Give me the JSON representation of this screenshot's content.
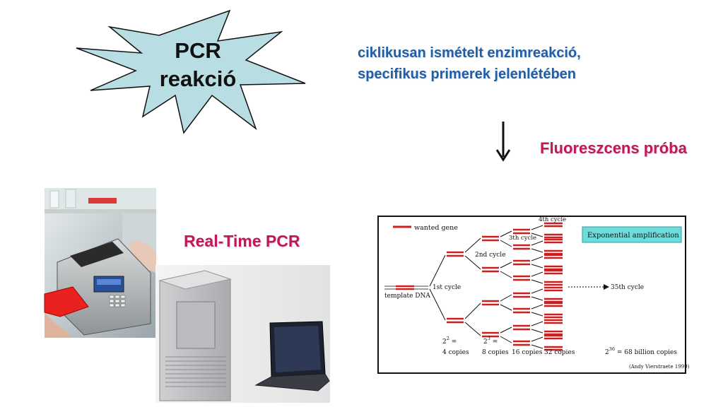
{
  "title": {
    "line1": "PCR",
    "line2": "reakció"
  },
  "description": {
    "line1": "ciklikusan ismételt enzimreakció,",
    "line2": "specifikus primerek jelenlétében"
  },
  "arrow_icon": "arrow-down-icon",
  "probe_label": "Fluoreszcens próba",
  "realtime_label": "Real-Time PCR",
  "colors": {
    "star_fill": "#b8dde2",
    "blue_text": "#1f5fa8",
    "pink_text": "#c0185a",
    "gene_red": "#cc1f1f",
    "legend_bg": "#6fdcdc"
  },
  "diagram": {
    "legend_wanted_gene": "wanted gene",
    "template_dna": "template DNA",
    "cycle1": "1st cycle",
    "cycle2": "2nd cycle",
    "cycle3": "3th cycle",
    "cycle4": "4th cycle",
    "cycle35": "35th cycle",
    "badge": "Exponential amplification",
    "copies4_formula": "2",
    "copies4_exp": "2",
    "copies4_eq": " =",
    "copies4": "4 copies",
    "copies8_formula": "2",
    "copies8_exp": "3",
    "copies8_eq": " =",
    "copies8": "8 copies",
    "copies16": "16 copies",
    "copies32": "32 copies",
    "billion_base": "2",
    "billion_exp": "36",
    "billion_text": " = 68 billion copies",
    "credit": "(Andy Vierstraete 1999)"
  }
}
